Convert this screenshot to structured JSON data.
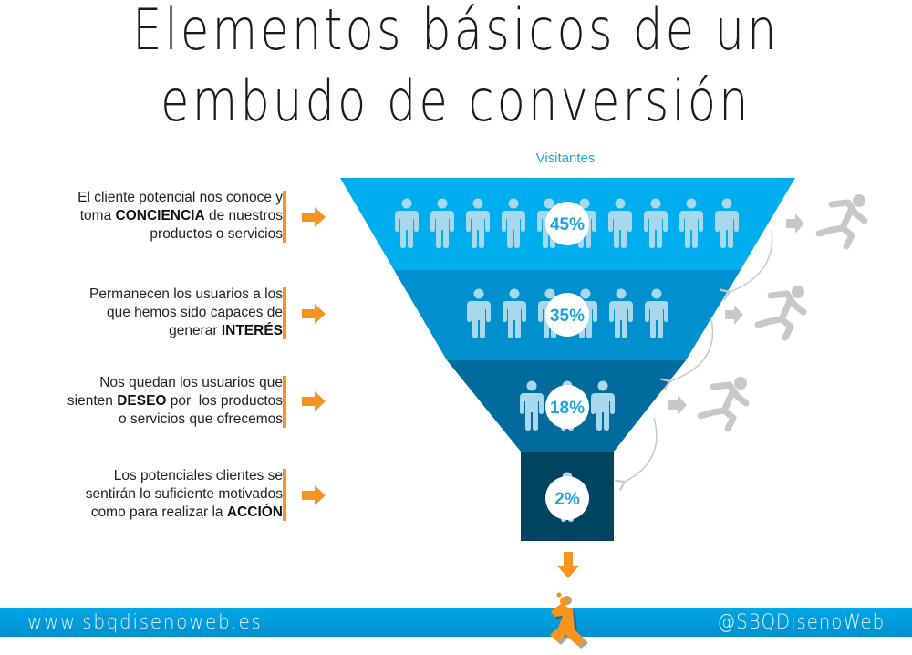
{
  "title": {
    "line1": "Elementos básicos de un",
    "line2": "embudo de conversión"
  },
  "funnel": {
    "top_label": "Visitantes",
    "stages": [
      {
        "name": "Conciencia",
        "percent": "45%",
        "people_icons": 10,
        "color": "#00aeef",
        "text_pre": "El cliente potencial nos conoce y toma ",
        "text_bold": "CONCIENCIA",
        "text_post": " de nuestros productos o servicios",
        "line1": "El cliente potencial nos conoce y",
        "line2_pre": "toma ",
        "line2_bold": "CONCIENCIA",
        "line2_post": " de nuestros",
        "line3": "productos o servicios"
      },
      {
        "name": "Interés",
        "percent": "35%",
        "people_icons": 6,
        "color": "#0090cf",
        "line1": "Permanecen los usuarios a los",
        "line2": "que hemos sido capaces de",
        "line3_pre": "generar ",
        "line3_bold": "INTERÉS"
      },
      {
        "name": "Deseo",
        "percent": "18%",
        "people_icons": 3,
        "color": "#006b9c",
        "line1": "Nos quedan los usuarios que",
        "line2_pre": "sienten ",
        "line2_bold": "DESEO",
        "line2_post": " por  los productos",
        "line3": "o servicios que ofrecemos"
      },
      {
        "name": "Acción",
        "percent": "2%",
        "people_icons": 1,
        "color": "#00445f",
        "line1": "Los potenciales clientes se",
        "line2": "sentirán lo suficiente motivados",
        "line3_pre": "como para realizar la ",
        "line3_bold": "ACCIÓN"
      }
    ]
  },
  "icons": {
    "stage_arrow": "arrow-right-icon",
    "person": "person-icon",
    "dropout": "running-person-icon",
    "exit_arrow": "arrow-down-icon",
    "converted": "jumping-person-icon"
  },
  "colors": {
    "accent_orange": "#f7941d",
    "brand_blue": "#00a6e6",
    "person_light": "#a8d8ee",
    "dropout_gray": "#c8c8c8"
  },
  "footer": {
    "website": "www.sbqdisenoweb.es",
    "handle": "@SBQDisenoWeb"
  }
}
